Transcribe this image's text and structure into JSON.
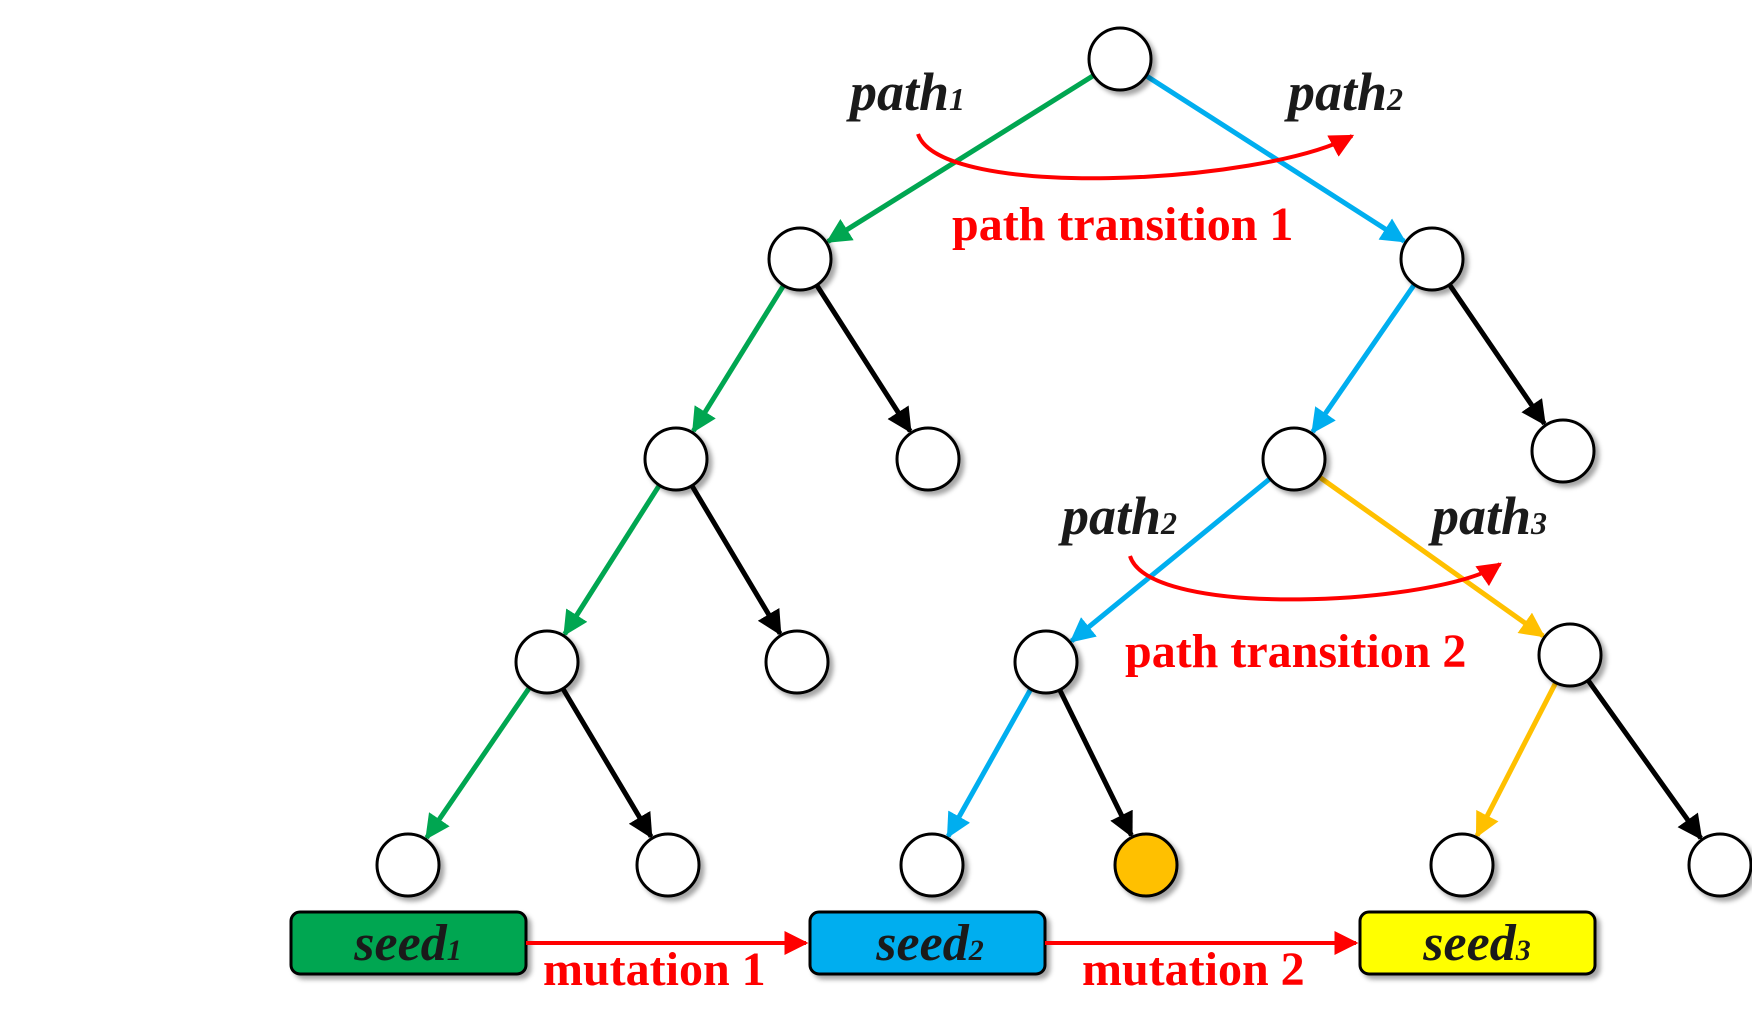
{
  "colors": {
    "green": "#00a651",
    "blue": "#00aeef",
    "orange": "#ffc000",
    "black": "#000000",
    "red": "#ff0000",
    "seed1_fill": "#00a651",
    "seed2_fill": "#00aeef",
    "seed3_fill": "#ffff00",
    "node_fill": "#ffffff",
    "target_node_fill": "#ffc000"
  },
  "labels": {
    "path1_top": {
      "base": "path",
      "sub": "1"
    },
    "path2_top": {
      "base": "path",
      "sub": "2"
    },
    "path2_mid": {
      "base": "path",
      "sub": "2"
    },
    "path3_mid": {
      "base": "path",
      "sub": "3"
    },
    "transition1": "path transition 1",
    "transition2": "path transition 2",
    "mutation1": "mutation 1",
    "mutation2": "mutation 2"
  },
  "seeds": [
    {
      "base": "seed",
      "sub": "1",
      "color": "green"
    },
    {
      "base": "seed",
      "sub": "2",
      "color": "blue"
    },
    {
      "base": "seed",
      "sub": "3",
      "color": "yellow"
    }
  ],
  "tree": {
    "target_node": "n14"
  }
}
